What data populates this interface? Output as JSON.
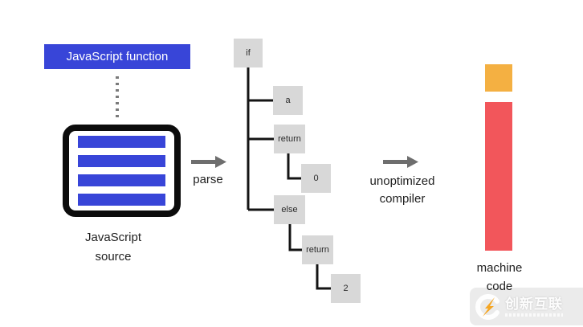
{
  "pipeline": {
    "function_box": "JavaScript function",
    "source_label": [
      "JavaScript",
      "source"
    ],
    "parse_label": "parse",
    "compiler_label": [
      "unoptimized",
      "compiler"
    ],
    "machine_label": [
      "machine",
      "code"
    ]
  },
  "ast": {
    "nodes": [
      {
        "label": "if"
      },
      {
        "label": "a"
      },
      {
        "label": "return"
      },
      {
        "label": "0"
      },
      {
        "label": "else"
      },
      {
        "label": "return"
      },
      {
        "label": "2"
      }
    ]
  },
  "icons": {
    "source_icon": "code-lines-icon",
    "parse_arrow": "right-arrow-icon",
    "compiler_arrow": "right-arrow-icon",
    "watermark_logo": "cx-bolt-logo-icon"
  },
  "watermark": {
    "brand_text": "创新互联"
  },
  "colors": {
    "accent_blue": "#3845d8",
    "node_gray": "#d8d8d8",
    "arrow_gray": "#6e6e6e",
    "line_black": "#141414",
    "machine_orange": "#f4b042",
    "machine_red": "#f2565b"
  }
}
